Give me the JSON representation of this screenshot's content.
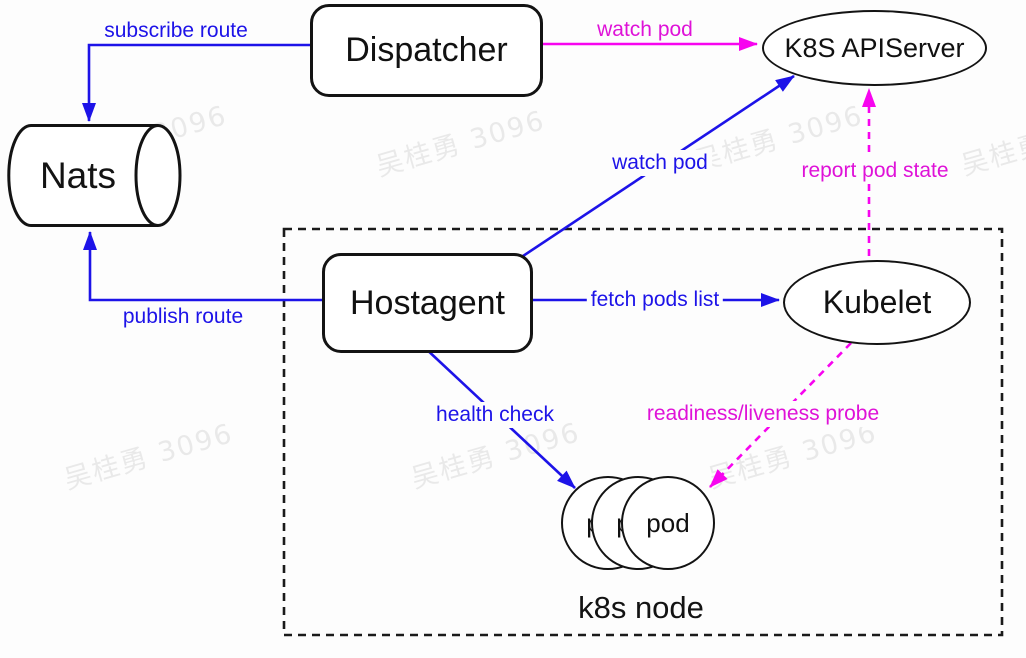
{
  "diagram": {
    "title_hint": "hostagent / k8s pod watch architecture",
    "watermark": {
      "text": "吴桂勇 3096"
    },
    "colors": {
      "background": "#fdfdfd",
      "node_border": "#131313",
      "blue_edge": "#1d13e8",
      "magenta_edge": "#f704ef",
      "magenta_label": "#df12d8",
      "watermark_gray": "rgba(60,60,60,0.10)"
    },
    "nodes": {
      "dispatcher": {
        "label": "Dispatcher",
        "shape": "rounded-rect"
      },
      "apiserver": {
        "label": "K8S APIServer",
        "shape": "ellipse"
      },
      "nats": {
        "label": "Nats",
        "shape": "cylinder"
      },
      "hostagent": {
        "label": "Hostagent",
        "shape": "rounded-rect"
      },
      "kubelet": {
        "label": "Kubelet",
        "shape": "ellipse"
      },
      "pod": {
        "label": "pod",
        "shape": "circle-stack",
        "count": 3
      },
      "k8s_node": {
        "label": "k8s node",
        "shape": "dashed-container"
      }
    },
    "edges": {
      "subscribe_route": {
        "label": "subscribe route",
        "from": "dispatcher",
        "to": "nats",
        "color": "blue",
        "style": "solid"
      },
      "watch_pod_dispatcher": {
        "label": "watch pod",
        "from": "dispatcher",
        "to": "apiserver",
        "color": "magenta",
        "style": "solid"
      },
      "watch_pod_hostagent": {
        "label": "watch pod",
        "from": "hostagent",
        "to": "apiserver",
        "color": "blue",
        "style": "solid"
      },
      "report_pod_state": {
        "label": "report pod state",
        "from": "kubelet",
        "to": "apiserver",
        "color": "magenta",
        "style": "dashed"
      },
      "fetch_pods_list": {
        "label": "fetch pods list",
        "from": "hostagent",
        "to": "kubelet",
        "color": "blue",
        "style": "solid"
      },
      "publish_route": {
        "label": "publish route",
        "from": "hostagent",
        "to": "nats",
        "color": "blue",
        "style": "solid"
      },
      "health_check": {
        "label": "health check",
        "from": "hostagent",
        "to": "pod",
        "color": "blue",
        "style": "solid"
      },
      "readiness_probe": {
        "label": "readiness/liveness probe",
        "from": "kubelet",
        "to": "pod",
        "color": "magenta",
        "style": "dashed"
      }
    }
  }
}
